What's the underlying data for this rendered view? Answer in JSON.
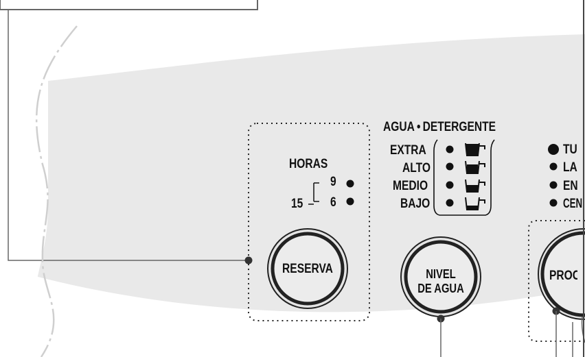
{
  "reserva_section": {
    "horas_label": "HORAS",
    "total_hours": "15",
    "options": [
      "9",
      "6"
    ],
    "button_label": "RESERVA"
  },
  "water_section": {
    "title": "AGUA • DETERGENTE",
    "levels": [
      "EXTRA",
      "ALTO",
      "MEDIO",
      "BAJO"
    ],
    "button_line1": "NIVEL",
    "button_line2": "DE AGUA"
  },
  "program_section": {
    "items": [
      "TU",
      "LA",
      "EN",
      "CEN"
    ],
    "button_label": "PROC"
  },
  "colors": {
    "panel": "#e9e9e9",
    "ink": "#111111",
    "button_fill": "#ececec"
  }
}
